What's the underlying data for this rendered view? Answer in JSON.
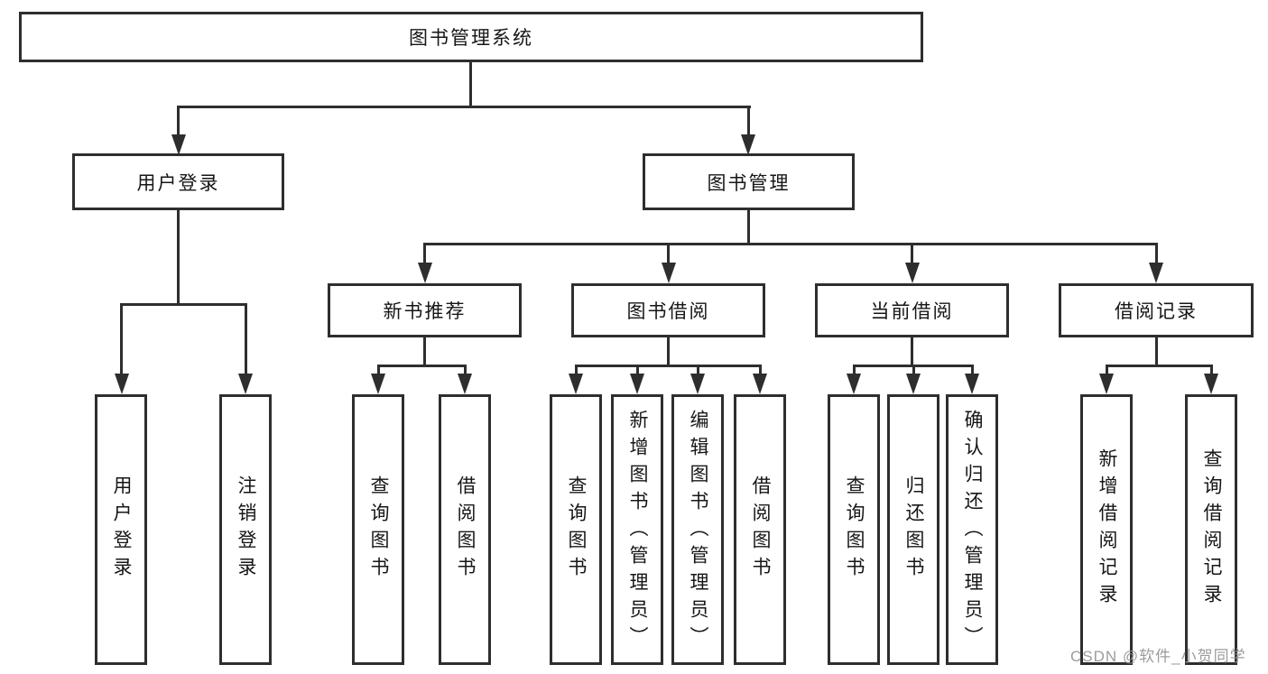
{
  "diagram": {
    "tree": {
      "label": "图书管理系统",
      "children": [
        {
          "label": "用户登录",
          "children": [
            {
              "label": "用户登录"
            },
            {
              "label": "注销登录"
            }
          ]
        },
        {
          "label": "图书管理",
          "children": [
            {
              "label": "新书推荐",
              "children": [
                {
                  "label": "查询图书"
                },
                {
                  "label": "借阅图书"
                }
              ]
            },
            {
              "label": "图书借阅",
              "children": [
                {
                  "label": "查询图书"
                },
                {
                  "label": "新增图书（管理员）"
                },
                {
                  "label": "编辑图书（管理员）"
                },
                {
                  "label": "借阅图书"
                }
              ]
            },
            {
              "label": "当前借阅",
              "children": [
                {
                  "label": "查询图书"
                },
                {
                  "label": "归还图书"
                },
                {
                  "label": "确认归还（管理员）"
                }
              ]
            },
            {
              "label": "借阅记录",
              "children": [
                {
                  "label": "新增借阅记录"
                },
                {
                  "label": "查询借阅记录"
                }
              ]
            }
          ]
        }
      ]
    },
    "colors": {
      "line": "#2e2e2e",
      "text": "#161616",
      "watermark": "#949494",
      "background": "#ffffff"
    },
    "watermark_text": "CSDN @软件_小贺同学"
  }
}
